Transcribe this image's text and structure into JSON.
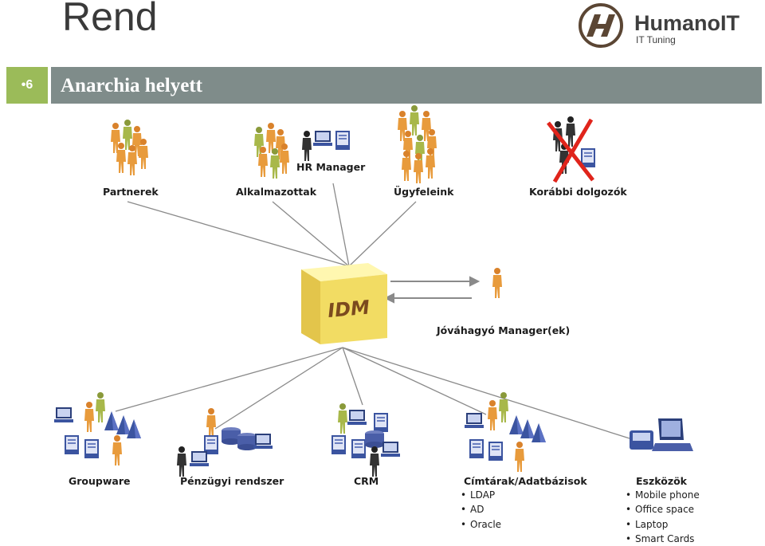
{
  "header": {
    "title": "Rend",
    "slide_number": "•6",
    "section_title": "Anarchia helyett"
  },
  "logo": {
    "brand": "HumanoIT",
    "tagline": "IT Tuning"
  },
  "diagram": {
    "center_label": "IDM",
    "top_nodes": [
      "Partnerek",
      "Alkalmazottak",
      "HR Manager",
      "Ügyfeleink",
      "Korábbi dolgozók"
    ],
    "approver": "Jóváhagyó Manager(ek)",
    "bottom_nodes": [
      "Groupware",
      "Pénzügyi rendszer",
      "CRM",
      "Címtárak/Adatbázisok",
      "Eszközök"
    ],
    "directories_items": [
      "LDAP",
      "AD",
      "Oracle"
    ],
    "devices_items": [
      "Mobile phone",
      "Office space",
      "Laptop",
      "Smart Cards"
    ]
  }
}
